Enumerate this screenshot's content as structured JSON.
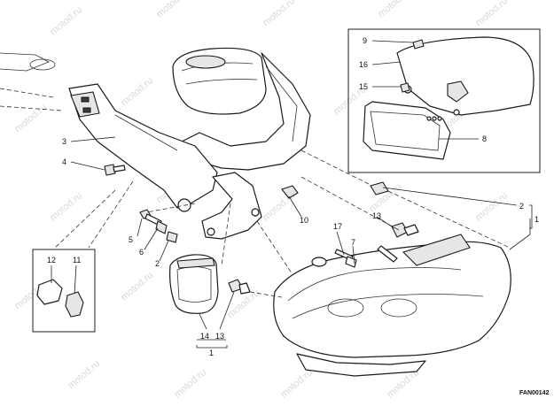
{
  "watermark_text": "motod.ru",
  "figure_code": "FAN00142",
  "callouts": {
    "c1": "1",
    "c2a": "2",
    "c2b": "2",
    "c3": "3",
    "c4": "4",
    "c5": "5",
    "c6": "6",
    "c7": "7",
    "c8": "8",
    "c9": "9",
    "c10": "10",
    "c11": "11",
    "c12": "12",
    "c13a": "13",
    "c13b": "13",
    "c14": "14",
    "c15": "15",
    "c16": "16",
    "c17": "17",
    "c1b": "1"
  }
}
